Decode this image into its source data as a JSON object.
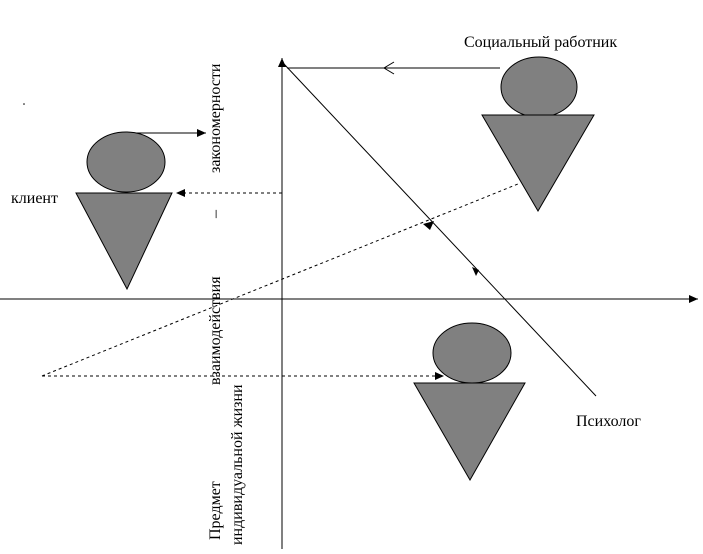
{
  "labels": {
    "social_worker": "Социальный работник",
    "client": "клиент",
    "psychologist": "Психолог",
    "axis_top": "закономерности",
    "axis_dash": "–",
    "axis_middle": "взаимодействия",
    "axis_bottom_line1": "Предмет",
    "axis_bottom_line2": "индивидуальной жизни"
  },
  "colors": {
    "figure_fill": "#808080",
    "stroke": "#000000",
    "background": "#ffffff"
  }
}
